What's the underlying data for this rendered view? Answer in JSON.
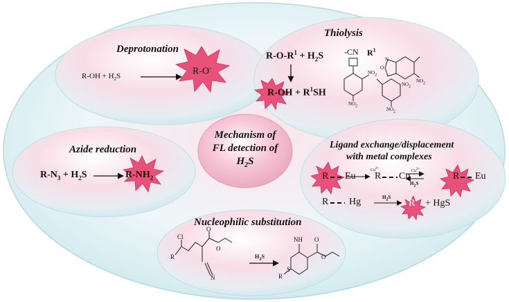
{
  "center": {
    "line1": "Mechanism of",
    "line2": "FL detection of",
    "line3": "H",
    "line3_sub": "2",
    "line3_tail": "S"
  },
  "deprotonation": {
    "title": "Deprotonation",
    "reactant": "R-OH + H",
    "reactant_sub": "2",
    "reactant_tail": "S",
    "product": "R-O",
    "product_sup": "-"
  },
  "thiolysis": {
    "title": "Thiolysis",
    "reactant": "R-O-R",
    "reactant_sup": "1",
    "reactant_tail": " + H",
    "reactant_sub": "2",
    "reactant_end": "S",
    "product": "R-OH + R",
    "product_sup": "1",
    "product_tail": "SH",
    "cn_label": "-CN",
    "r1_label": "R",
    "r1_sup": "1",
    "no2": "NO",
    "no2_sub": "2",
    "o_label": "O",
    "n_label": "N"
  },
  "azide": {
    "title": "Azide reduction",
    "reactant": "R-N",
    "reactant_sub": "3",
    "reactant_tail": " + H",
    "reactant_sub2": "2",
    "reactant_end": "S",
    "product": "R-NH",
    "product_sub": "2"
  },
  "ligand": {
    "title_line1": "Ligand exchange/displacement",
    "title_line2": "with metal complexes",
    "r": "R",
    "eu": "Eu",
    "cu": "Cu",
    "cu_charge": "2+",
    "h2s": "H",
    "h2s_sub": "2",
    "h2s_tail": "S",
    "hg": "Hg",
    "hgs": "+ HgS"
  },
  "nucleophilic": {
    "title": "Nucleophilic substitution",
    "cl": "Cl",
    "r": "R",
    "o": "O",
    "n": "N",
    "nh": "NH",
    "s": "S",
    "h2s": "H",
    "h2s_sub": "2",
    "h2s_tail": "S"
  },
  "colors": {
    "star": "#e8517a",
    "star_stroke": "#c8305a",
    "bubble_pink": "#f6c9d8",
    "bubble_cyan": "#d6f1f3",
    "outer": "#e9f4f6"
  }
}
